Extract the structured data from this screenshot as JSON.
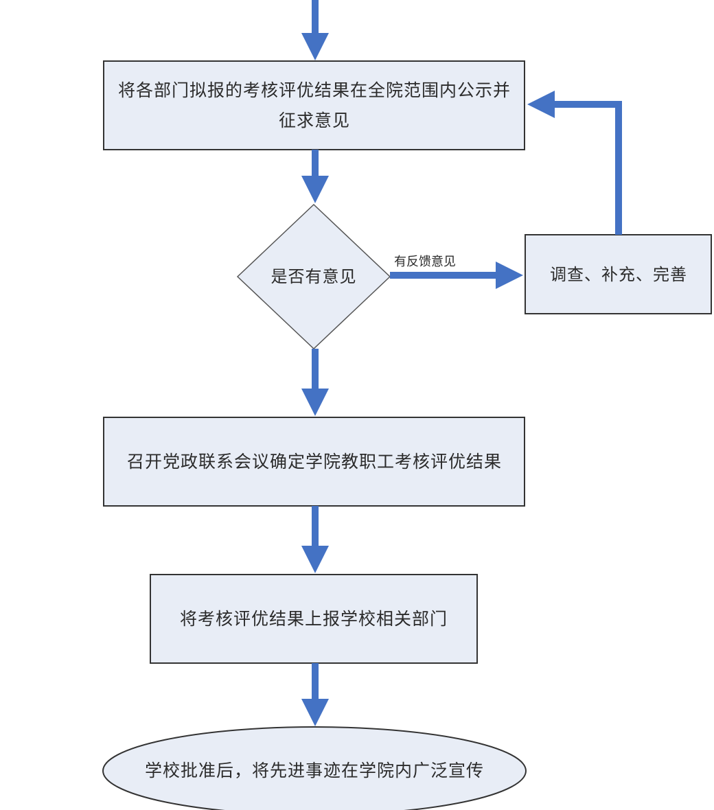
{
  "diagram": {
    "colors": {
      "node_fill": "#e8edf6",
      "node_stroke": "#333333",
      "arrow": "#4472c4",
      "text": "#2b2b2b"
    },
    "nodes": [
      {
        "id": "publicize",
        "shape": "rect",
        "text": "将各部门拟报的考核评优结果在全院范围内公示并征求意见"
      },
      {
        "id": "has-opinion",
        "shape": "diamond",
        "text": "是否有意见"
      },
      {
        "id": "investigate",
        "shape": "rect",
        "text": "调查、补充、完善"
      },
      {
        "id": "meeting",
        "shape": "rect",
        "text": "召开党政联系会议确定学院教职工考核评优结果"
      },
      {
        "id": "report",
        "shape": "rect",
        "text": "将考核评优结果上报学校相关部门"
      },
      {
        "id": "promote",
        "shape": "ellipse",
        "text": "学校批准后，将先进事迹在学院内广泛宣传"
      }
    ],
    "edges": [
      {
        "from": "(above)",
        "to": "publicize",
        "label": ""
      },
      {
        "from": "publicize",
        "to": "has-opinion",
        "label": ""
      },
      {
        "from": "has-opinion",
        "to": "investigate",
        "label": "有反馈意见"
      },
      {
        "from": "investigate",
        "to": "publicize",
        "label": ""
      },
      {
        "from": "has-opinion",
        "to": "meeting",
        "label": ""
      },
      {
        "from": "meeting",
        "to": "report",
        "label": ""
      },
      {
        "from": "report",
        "to": "promote",
        "label": ""
      }
    ]
  }
}
